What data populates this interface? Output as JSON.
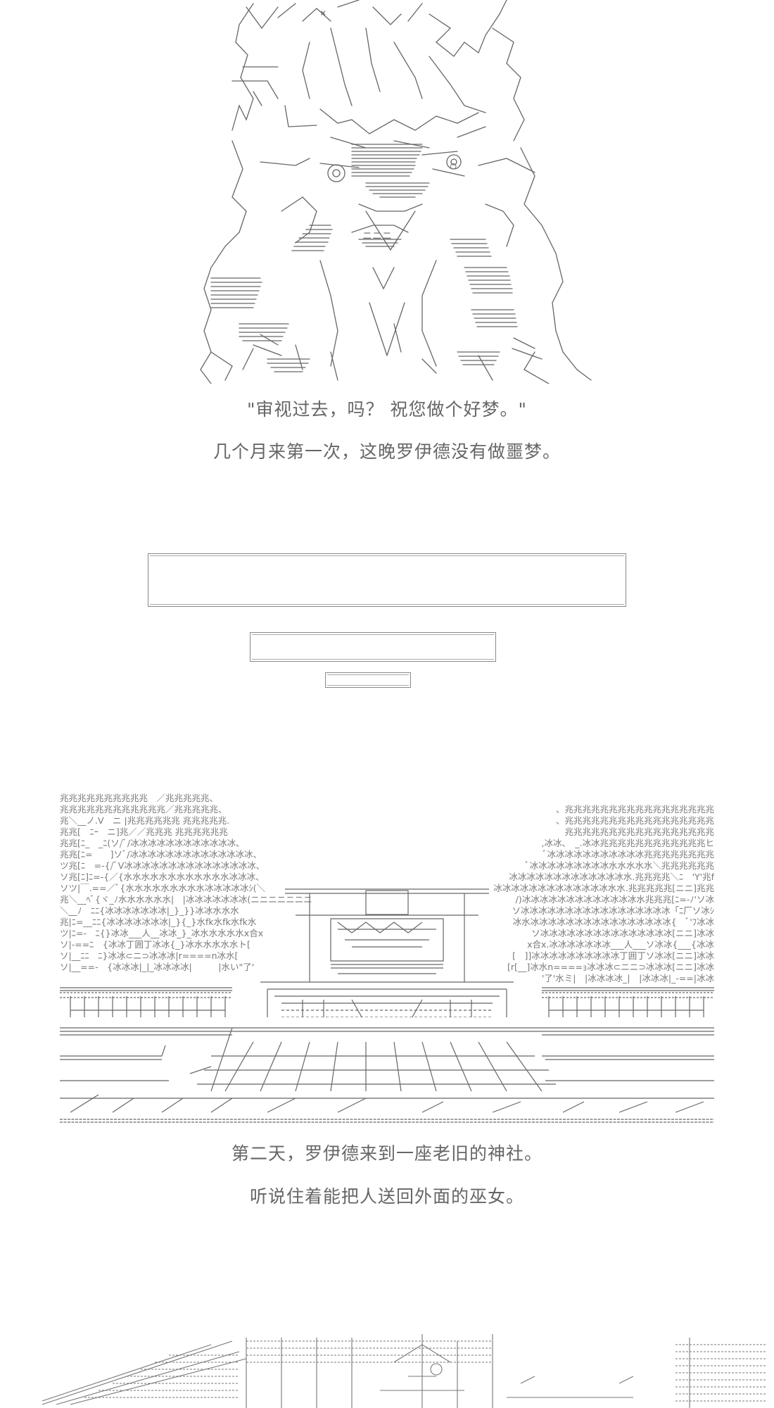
{
  "captions": {
    "quote": "\"审视过去，吗？ 祝您做个好梦。\"",
    "night": "几个月来第一次，这晚罗伊德没有做噩梦。",
    "day2": "第二天，罗伊德来到一座老旧的神社。",
    "rumor": "听说住着能把人送回外面的巫女。"
  },
  "shrine_text": {
    "left_rows": [
      "兆兆兆兆兆兆兆兆兆兆　／兆兆兆兆兆、",
      "兆兆兆兆兆兆兆兆兆兆兆兆／兆兆兆兆兆、",
      "兆＼__ノ.V　ニ |兆兆兆兆兆兆 兆兆兆兆兆.",
      "兆兆[　ﾆｰ　ニ]兆／／兆兆兆 兆兆兆兆兆兆",
      "兆兆[ﾆ_　_ﾆ(ソ/ﾞ/冰冰冰冰冰冰冰冰冰冰冰冰、",
      "兆兆[ﾆ=　　]ソﾞ/冰冰冰冰冰冰冰冰冰冰冰冰冰冰、",
      "ツ兆[ﾆ　=-{/ﾞV冰冰冰冰冰冰冰冰冰冰冰冰冰冰冰、",
      "ソ兆[ﾆ]ﾆ=-{／{水水水水水水水水水水水水冰冰冰、",
      "ソツ|￣.==／ﾞ{水水水水水水水水水冰冰冰冰冰ｼ(＼",
      "兆＼__ﾍﾞ{ヾ_ﾉ水水水水水水|　|冰冰冰冰冰冰冰(ニニニニニニニ",
      "＼__ﾉ　ﾆﾆ{冰冰冰冰冰冰冰|_}_}}冰冰水水水",
      "兆|ﾆ=__ﾆﾆ{冰冰冰冰冰冰冰|_}{_}水fk水fk水fk水",
      "ツ|ﾆ=-　ﾆ{}冰冰___人__冰冰_}_冰水水水水水x合x",
      "ソ|-==ﾆ　{冰冰丁囲丁冰冰{_}冰水水水水水ト[",
      "ソ|__ﾆﾆ　ﾆ}冰冰⊂ニ⊃冰冰冰|r====n冰水[",
      "ソ|__==-　{冰冰冰|_|_冰冰冰冰|　　　|水い\"了'"
    ],
    "right_rows": [
      "、兆兆兆兆兆兆兆兆兆兆兆兆兆兆兆兆兆",
      "、兆兆兆兆兆兆兆兆兆兆兆兆兆兆兆兆兆",
      "兆兆兆兆兆兆兆兆兆兆兆兆兆兆兆兆兆",
      ",冰冰、　_.冰冰兆兆兆兆兆兆兆兆兆兆兆兆ヒ",
      "ﾞ冰冰冰冰冰冰冰冰冰冰冰兆兆兆兆兆兆兆兆",
      "ﾞ冰冰冰冰冰冰冰冰冰水水水水水＼兆兆兆兆兆兆",
      "冰冰冰冰冰冰冰冰冰冰冰冰冰水.兆兆兆兆＼ﾆ　'Y'兆f",
      "冰冰冰冰冰冰冰冰冰冰冰冰冰水水.兆兆兆兆兆[ニニ]兆兆",
      "/)冰冰冰冰冰冰冰冰冰冰冰冰冰水兆兆兆[ﾆ=-ﾉ'ソ冰",
      "ソ冰冰冰冰冰冰冰冰冰冰冰冰冰冰冰冰冰「ﾆ厂ソ冰ｼ",
      "冰水冰冰冰冰冰冰冰冰冰冰冰冰冰冰冰冰{　ﾞ'ﾌ冰冰",
      "ソ冰冰冰冰冰冰冰冰冰冰冰冰冰冰冰[ニニ]冰冰",
      "x合x.冰冰冰冰冰冰冰___人___ソ冰冰{___{冰冰",
      "[　]]冰冰冰冰冰冰冰冰冰冰丁囲丁ソ冰冰[ニニ]冰冰",
      "[r[__]冰水n====ｮ冰冰冰⊂ニニ⊃冰冰冰[ニニ]冰冰",
      "'了'水ミ|　|冰冰冰冰_|　|冰冰冰|_-==|冰冰"
    ]
  }
}
